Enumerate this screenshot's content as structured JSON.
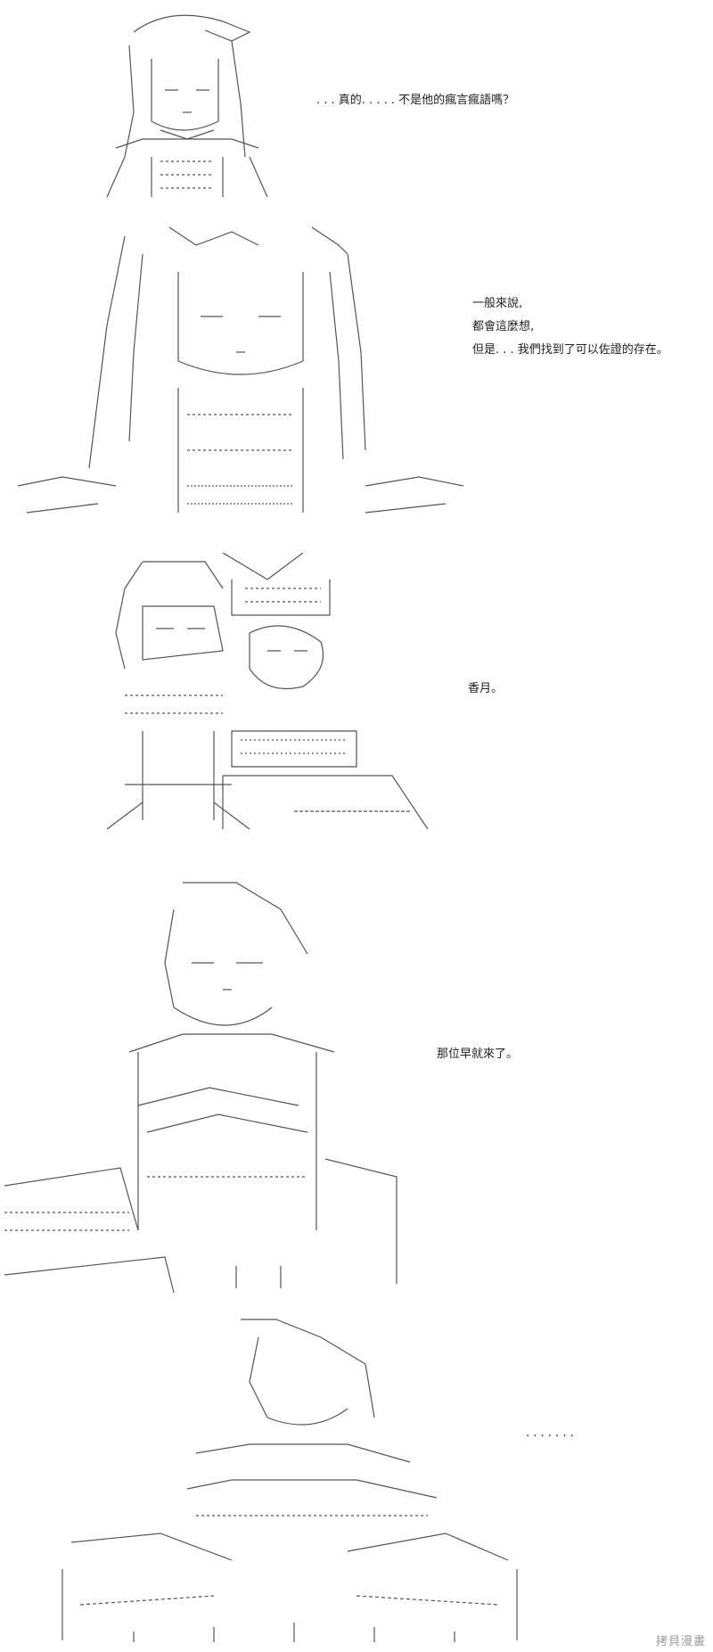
{
  "panels": [
    {
      "id": "panel-1",
      "art_description": "ascii-art girl with long hair, hand raised",
      "caption_lines": [
        ". . . 真的. . . . . 不是他的瘋言瘋語嗎？"
      ]
    },
    {
      "id": "panel-2",
      "art_description": "ascii-art long-haired girl with ribbon",
      "caption_lines": [
        "一般來說,",
        "都會這麼想,",
        "但是. . .  我們找到了可以佐證的存在。"
      ]
    },
    {
      "id": "panel-3",
      "art_description": "ascii-art girl next to a sleeping mouse-like creature",
      "caption_lines": [
        "香月。"
      ]
    },
    {
      "id": "panel-4",
      "art_description": "ascii-art figure sitting with arms crossed",
      "caption_lines": [
        "那位早就來了。"
      ]
    },
    {
      "id": "panel-5",
      "art_description": "ascii-art figure leaning back",
      "caption_lines": [
        ". . . . . . ."
      ]
    }
  ],
  "watermark": "拷貝漫畫",
  "colors": {
    "background": "#ffffff",
    "ink": "#222222",
    "art_ink": "#555555",
    "watermark": "#9a9a9a"
  }
}
